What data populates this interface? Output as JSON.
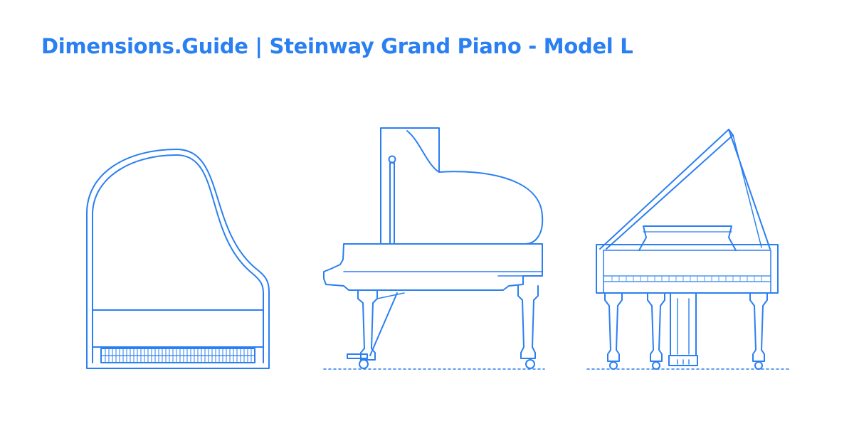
{
  "header": {
    "title": "Dimensions.Guide | Steinway Grand Piano - Model L"
  },
  "colors": {
    "line": "#2b7ff2",
    "background": "#ffffff"
  },
  "views": [
    {
      "name": "top-view"
    },
    {
      "name": "side-view"
    },
    {
      "name": "front-view"
    }
  ]
}
